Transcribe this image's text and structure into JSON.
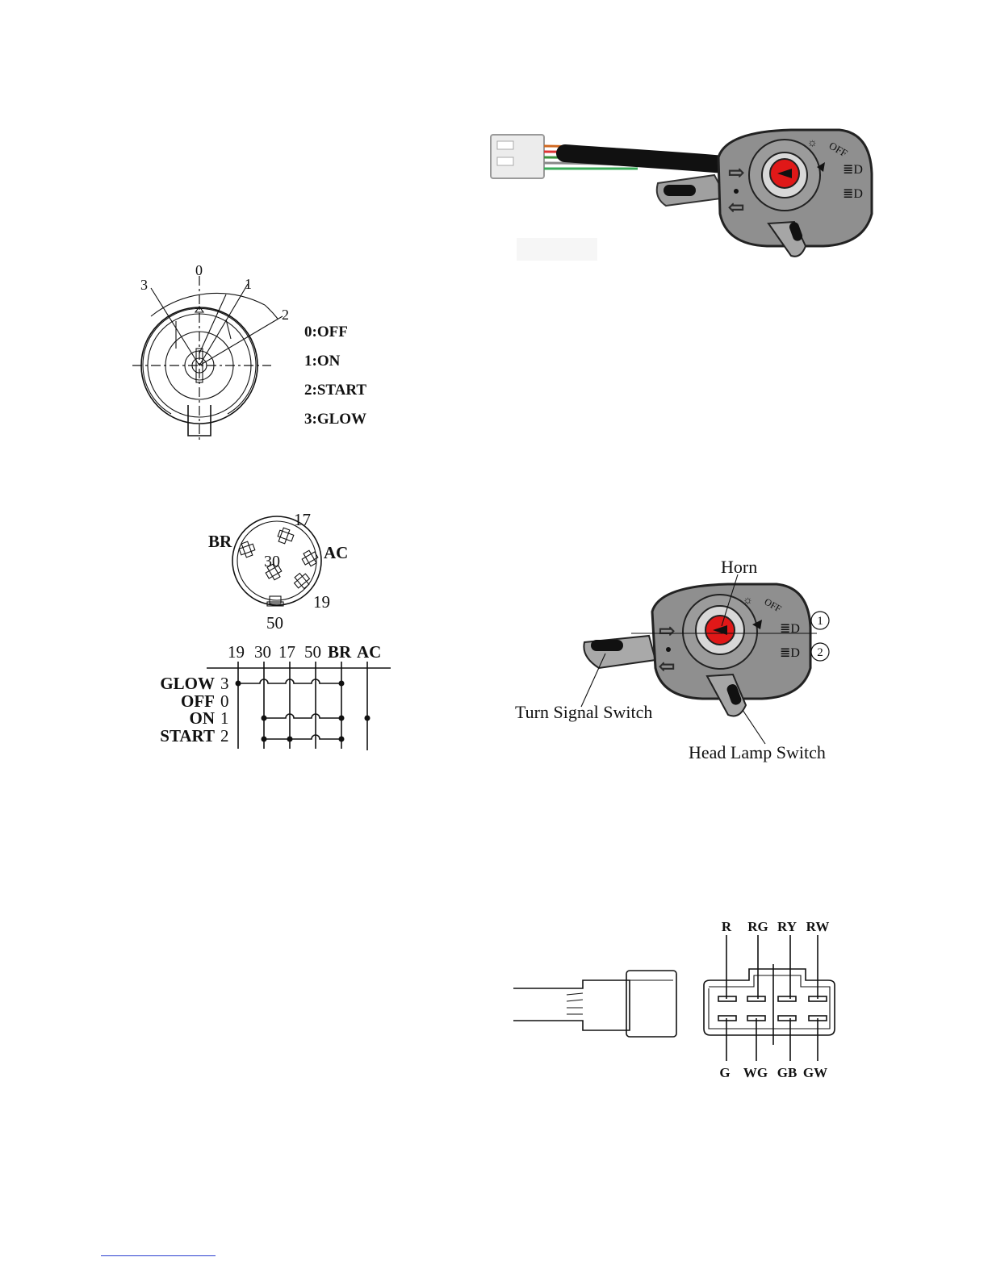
{
  "ignition_switch": {
    "position_numbers": [
      "0",
      "1",
      "2",
      "3"
    ],
    "legend": [
      "0:OFF",
      "1:ON",
      "2:START",
      "3:GLOW"
    ]
  },
  "terminal_diagram": {
    "terminals": {
      "t17": "17",
      "t30": "30",
      "t19": "19",
      "t50": "50",
      "br": "BR",
      "ac": "AC"
    },
    "columns": [
      "19",
      "30",
      "17",
      "50",
      "BR",
      "AC"
    ],
    "rows": [
      {
        "label": "GLOW",
        "num": "3"
      },
      {
        "label": "OFF",
        "num": "0"
      },
      {
        "label": "ON",
        "num": "1"
      },
      {
        "label": "START",
        "num": "2"
      }
    ]
  },
  "combination_switch_photo": {
    "off_label": "OFF",
    "colors": {
      "horn_button": "#e01818",
      "body": "#8f8f8f",
      "connector": "#e8e8e8"
    }
  },
  "combination_switch_diagram": {
    "horn": "Horn",
    "turn_signal": "Turn Signal Switch",
    "head_lamp": "Head Lamp Switch",
    "off_label": "OFF",
    "markers": [
      "1",
      "2"
    ]
  },
  "connector": {
    "top_pins": [
      "R",
      "RG",
      "RY",
      "RW"
    ],
    "bottom_pins": [
      "G",
      "WG",
      "GB",
      "GW"
    ]
  }
}
